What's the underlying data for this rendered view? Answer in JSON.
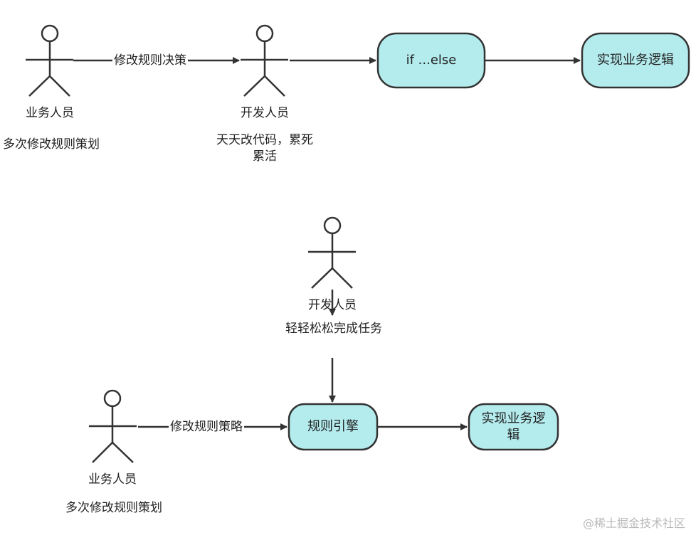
{
  "colors": {
    "node_fill": "#b4ecee",
    "node_stroke": "#333333",
    "line": "#333333",
    "text": "#222222",
    "watermark": "#b9b9b9"
  },
  "top": {
    "actor_business": {
      "name": "业务人员",
      "note": "多次修改规则策划"
    },
    "edge_modify": "修改规则决策",
    "actor_dev": {
      "name": "开发人员",
      "note": "天天改代码，累死累活"
    },
    "node_ifelse": "if ...else",
    "node_impl": "实现业务逻辑"
  },
  "bottom": {
    "actor_dev": {
      "name": "开发人员",
      "note": "轻轻松松完成任务"
    },
    "actor_business": {
      "name": "业务人员",
      "note": "多次修改规则策划"
    },
    "edge_modify": "修改规则策略",
    "node_engine": "规则引擎",
    "node_impl": "实现业务逻辑"
  },
  "watermark": "@稀土掘金技术社区"
}
